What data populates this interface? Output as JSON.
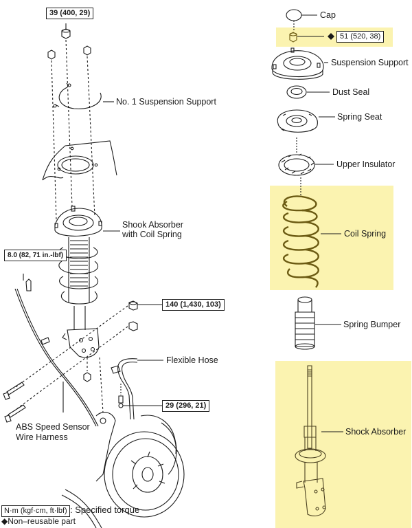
{
  "title": "Front Suspension Strut Assembly — Exploded View",
  "colors": {
    "highlight": "#fbf3b0",
    "line": "#1a1a1a",
    "part_outline": "#6b5a12"
  },
  "left_view": {
    "labels": {
      "no1_suspension_support": "No. 1 Suspension Support",
      "shock_with_spring_line1": "Shook Absorber",
      "shock_with_spring_line2": "with Coil Spring",
      "flexible_hose": "Flexible Hose",
      "abs_line1": "ABS Speed Sensor",
      "abs_line2": "Wire Harness"
    },
    "torques": {
      "top_nuts": "39 (400, 29)",
      "sensor_bolt": "8.0 (82, 71 in.-lbf)",
      "strut_to_knuckle": "140 (1,430, 103)",
      "hose_bracket_bolt": "29 (296, 21)"
    }
  },
  "right_view": {
    "labels": {
      "cap": "Cap",
      "suspension_support": "Suspension Support",
      "dust_seal": "Dust Seal",
      "spring_seat": "Spring Seat",
      "upper_insulator": "Upper Insulator",
      "coil_spring": "Coil Spring",
      "spring_bumper": "Spring Bumper",
      "shock_absorber": "Shock Absorber"
    },
    "torques": {
      "piston_rod_nut": "51 (520, 38)"
    },
    "non_reusable_marker": "◆"
  },
  "legend": {
    "torque_unit_box": "N·m (kgf·cm, ft·lbf)",
    "torque_meaning": ": Specified torque",
    "non_reusable": "◆Non–reusable part"
  }
}
